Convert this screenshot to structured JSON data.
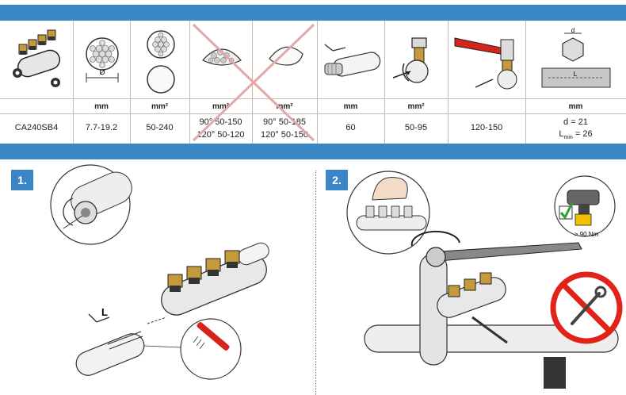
{
  "table": {
    "units": [
      "mm",
      "mm²",
      "mm²",
      "mm²",
      "mm",
      "mm²",
      "mm"
    ],
    "icons": [
      "connector-icon",
      "conductor-round-icon",
      "conductor-section-icon",
      "sector-stranded-icon",
      "sector-solid-icon",
      "strip-length-icon",
      "bolt-tighten-icon",
      "torque-wrench-icon",
      "hex-key-icon"
    ],
    "row": {
      "model": "CA240SB4",
      "diameter": "7.7-19.2",
      "section": "50-240",
      "sector_stranded": [
        "90° 50-150",
        "120° 50-120"
      ],
      "sector_solid": [
        "90° 50-185",
        "120° 50-150"
      ],
      "strip_length": "60",
      "tap_section": "50-95",
      "torque": "120-150",
      "hex": [
        "d = 21",
        "L",
        "min",
        "= 26"
      ]
    },
    "diagram_labels": {
      "diameter_symbol": "Ø",
      "hex_d": "d",
      "hex_L": "L"
    }
  },
  "steps": {
    "one": {
      "number": "1.",
      "label_L": "L"
    },
    "two": {
      "number": "2.",
      "torque_label": "> 90 Nm"
    }
  },
  "colors": {
    "accent": "#3b86c6",
    "cross": "#e8a5a5",
    "forbid": "#e2231a",
    "check": "#2e9e3a"
  }
}
